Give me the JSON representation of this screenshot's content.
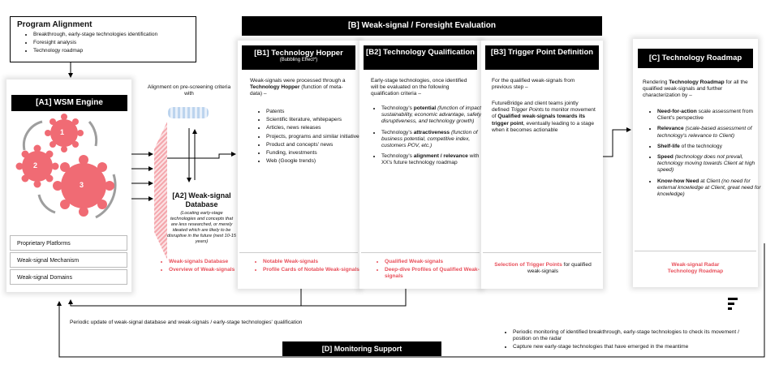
{
  "program_alignment": {
    "title": "Program Alignment",
    "items": [
      "Breakthrough, early-stage technologies identification",
      "Foresight analysis",
      "Technology roadmap"
    ]
  },
  "wsm_engine": {
    "title": "[A1] WSM Engine",
    "gear_labels": [
      "1",
      "2",
      "3"
    ],
    "list": [
      "Proprietary Platforms",
      "Weak-signal Mechanism",
      "Weak-signal Domains"
    ],
    "colors": {
      "gear": "#f06b74",
      "arrow": "#9e9e9e"
    }
  },
  "prescreening": {
    "text": "Alignment on pre-screening criteria with"
  },
  "a2": {
    "title": "[A2] Weak-signal Database",
    "desc": "(Locating early-stage technologies and concepts that are less researched, or merely ideated which are likely to be disruptive in the future (next 10-15 years)",
    "outputs": [
      "Weak-signals Database",
      "Overview of Weak-signals"
    ]
  },
  "b": {
    "title": "[B] Weak-signal / Foresight Evaluation"
  },
  "b1": {
    "title": "[B1] Technology Hopper",
    "subtitle": "(Bubbling Effect*)",
    "intro_a": "Weak-signals were processed through a ",
    "intro_b": "Technology Hopper",
    "intro_c": " (function of meta-data) –",
    "items": [
      "Patents",
      "Scientific literature, whitepapers",
      "Articles, news releases",
      "Projects, programs and similar initiatives",
      "Product and concepts' news",
      "Funding, investments",
      "Web (Google trends)"
    ],
    "outputs": [
      "Notable Weak-signals",
      "Profile Cards of Notable Weak-signals"
    ]
  },
  "b2": {
    "title": "[B2] Technology Qualification",
    "intro": "Early-stage technologies, once identified will be evaluated on the following qualification criteria –",
    "c1_a": "Technology's ",
    "c1_b": "potential",
    "c1_c": " (function of impact, sustainability, economic advantage, safety, disruptiveness, and technology growth)",
    "c2_a": "Technology's ",
    "c2_b": "attractiveness",
    "c2_c": " (function of business potential, competitive index, customers POV, etc.)",
    "c3_a": "Technology's ",
    "c3_b": "alignment / relevance",
    "c3_c": " with XX's future technology roadmap",
    "outputs": [
      "Qualified Weak-signals",
      "Deep-dive Profiles of Qualified Weak-signals"
    ]
  },
  "b3": {
    "title": "[B3] Trigger Point Definition",
    "p1": "For the qualified weak-signals from previous step –",
    "p2_a": "FutureBridge and client teams jointly defined ",
    "p2_b": "Trigger Points",
    "p2_c": " to monitor movement of ",
    "p2_d": "Qualified weak-signals towards its trigger point",
    "p2_e": ", eventually leading to a stage when it becomes actionable",
    "out_a": "Selection of Trigger Points",
    "out_b": " for qualified weak-signals"
  },
  "c": {
    "title": "[C] Technology Roadmap",
    "intro_a": "Rendering ",
    "intro_b": "Technology Roadmap",
    "intro_c": " for all the qualified weak-signals and further characterization by –",
    "i1_a": "Need-for-action",
    "i1_b": " scale assessment from Client's perspective",
    "i2_a": "Relevance",
    "i2_b": " (scale-based assessment of technology's relevance to Client)",
    "i3_a": "Shelf-life",
    "i3_b": " of the technology",
    "i4_a": "Speed",
    "i4_b": " (technology does not prevail, technology moving towards Client at high speed)",
    "i5_a": "Know-how Need",
    "i5_b": " at Client ",
    "i5_c": "(no need for external knowledge at Client, great need for knowledge)",
    "outputs": [
      "Weak-signal Radar",
      "Technology Roadmap"
    ]
  },
  "feedback": {
    "text": "Periodic update of weak-signal database and weak-signals / early-stage technologies' qualification"
  },
  "d": {
    "title": "[D] Monitoring Support",
    "items": [
      "Periodic monitoring of identified breakthrough, early-stage technologies to check its movement / position on the radar",
      "Capture new early-stage technologies that have emerged in the meantime"
    ]
  }
}
